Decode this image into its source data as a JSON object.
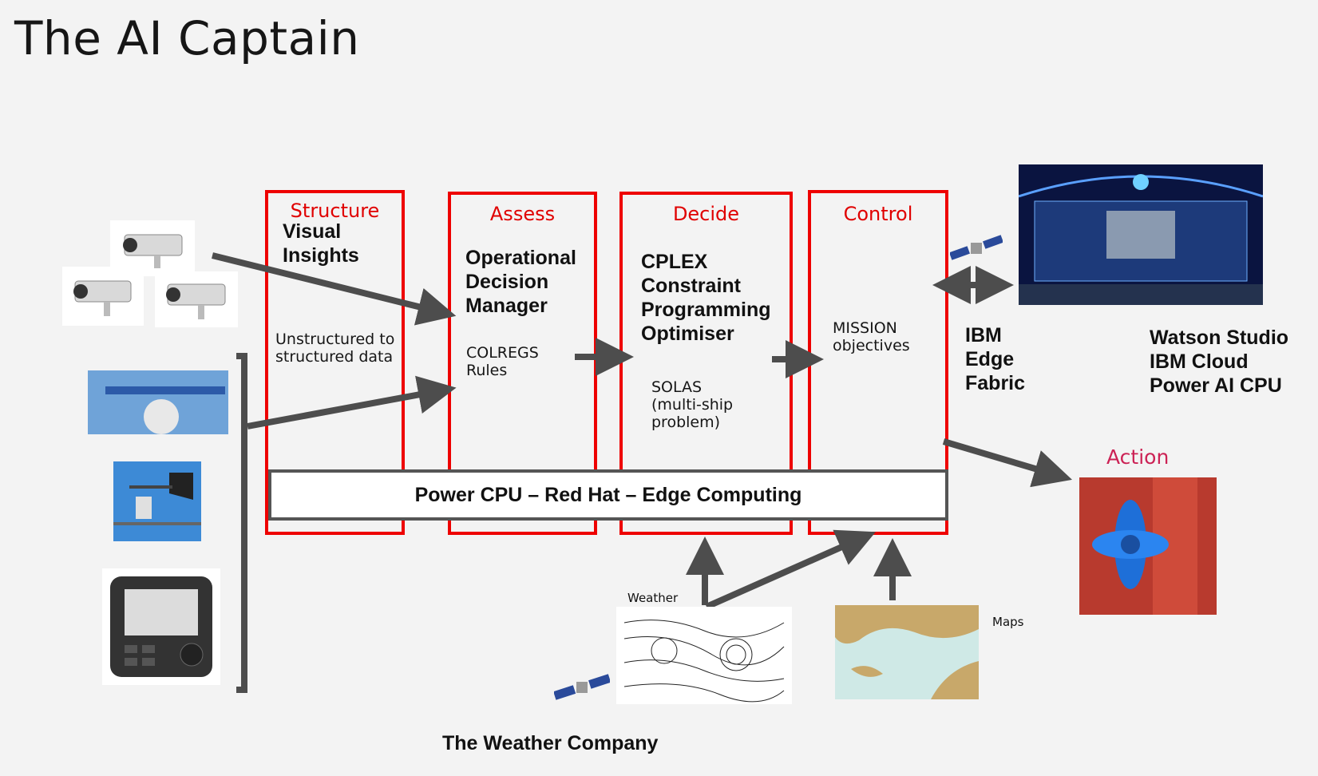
{
  "title": "The AI Captain",
  "stages": {
    "structure": {
      "head": "Structure",
      "main": "Visual Insights",
      "sub": "Unstructured to structured data"
    },
    "assess": {
      "head": "Assess",
      "main": "Operational Decision Manager",
      "sub": "COLREGS Rules"
    },
    "decide": {
      "head": "Decide",
      "main": "CPLEX Constraint Programming Optimiser",
      "sub": "SOLAS (multi-ship problem)"
    },
    "control": {
      "head": "Control",
      "main": "",
      "sub": "MISSION objectives"
    }
  },
  "bar_label": "Power CPU – Red Hat – Edge Computing",
  "edge_fabric": "IBM Edge Fabric",
  "watson": "Watson Studio IBM Cloud Power AI CPU",
  "action": "Action",
  "weather_label": "Weather",
  "maps_label": "Maps",
  "weather_company": "The Weather Company",
  "colors": {
    "stage_border": "#ee0000",
    "arrow": "#4d4d4d",
    "action": "#cc2255"
  },
  "icons": [
    "cctv-camera-icon",
    "radar-antenna-icon",
    "wind-vane-icon",
    "gps-device-icon",
    "satellite-icon",
    "holo-bridge-image",
    "propeller-image",
    "weather-chart-image",
    "sea-map-image"
  ]
}
